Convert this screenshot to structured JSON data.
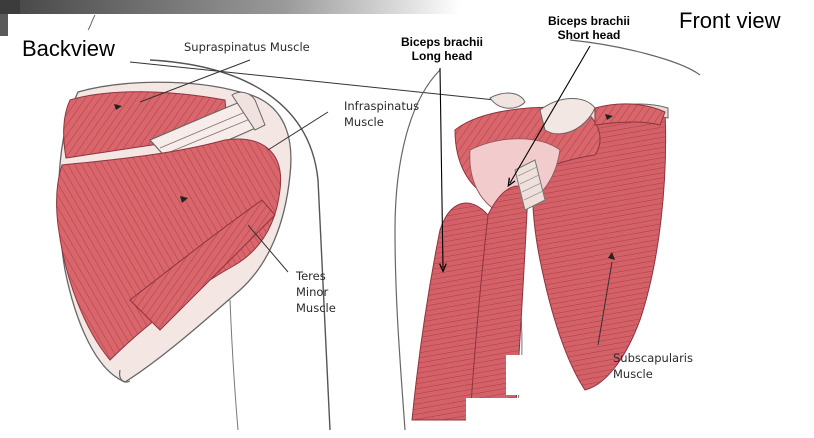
{
  "labels": {
    "backview": "Backview",
    "front_view": "Front view",
    "supraspinatus": "Supraspinatus Muscle",
    "infraspinatus_1": "Infraspinatus",
    "infraspinatus_2": "Muscle",
    "teres_1": "Teres",
    "teres_2": "Minor",
    "teres_3": "Muscle",
    "biceps_long_1": "Biceps brachii",
    "biceps_long_2": "Long head",
    "biceps_short_1": "Biceps brachii",
    "biceps_short_2": "Short head",
    "subscapularis_1": "Subscapularis",
    "subscapularis_2": "Muscle"
  },
  "colors": {
    "muscle": "#d9666b",
    "muscle_dark": "#b24350",
    "muscle_light": "#f0b3b3",
    "outline": "#444444"
  }
}
